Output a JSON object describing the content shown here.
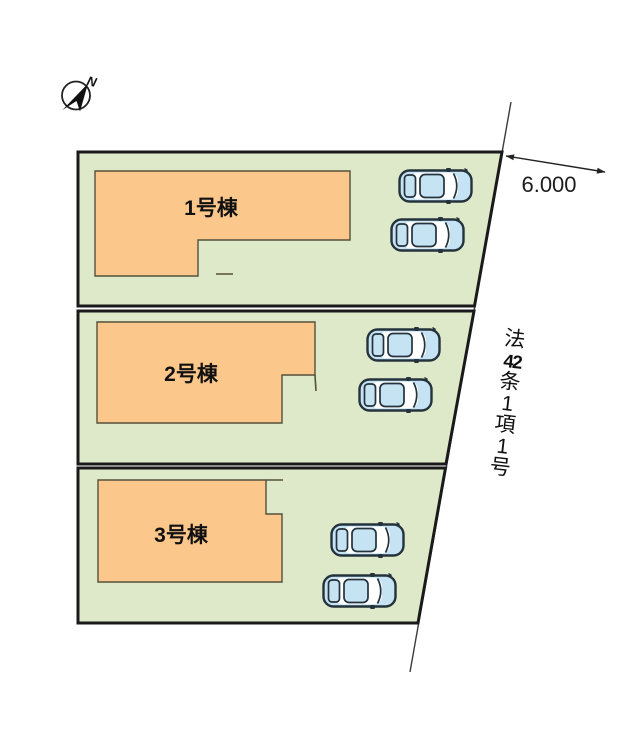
{
  "plan": {
    "type": "site-layout-plan",
    "lots": [
      {
        "name": "1号棟",
        "parked_cars": 2
      },
      {
        "name": "2号棟",
        "parked_cars": 2
      },
      {
        "name": "3号棟",
        "parked_cars": 2
      }
    ]
  },
  "compass": {
    "north_label": "N"
  },
  "dimension": {
    "road_width": "6.000"
  },
  "road": {
    "designation_full": "法42条1項1号",
    "designation": [
      "法",
      "42",
      "条",
      "1",
      "項",
      "1",
      "号"
    ]
  },
  "colors": {
    "green": "#dde9c9",
    "orange": "#fbc78b",
    "car-blue": "#c6e3f4",
    "line-dark": "#1a1a1a",
    "bld-stroke": "#54503a",
    "car-stroke": "#24323c",
    "text-dark": "#111111"
  }
}
